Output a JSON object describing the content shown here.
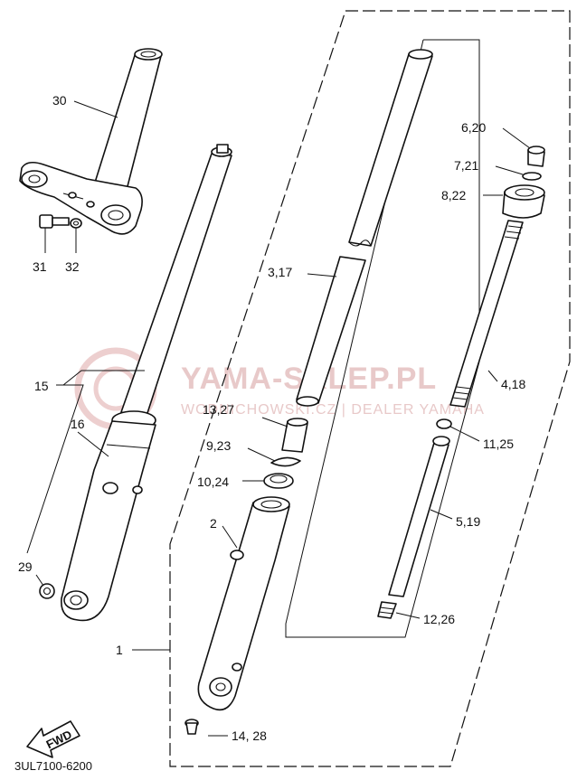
{
  "watermark": {
    "line1": "YAMA-SKLEP.PL",
    "line2": "WODNICHOWSKI.CZ | DEALER YAMAHA"
  },
  "labels": {
    "l30": "30",
    "l31": "31",
    "l32": "32",
    "l15": "15",
    "l16": "16",
    "l29": "29",
    "l1": "1",
    "l2": "2",
    "l3_17": "3,17",
    "l13_27": "13,27",
    "l9_23": "9,23",
    "l10_24": "10,24",
    "l14_28": "14, 28",
    "l6_20": "6,20",
    "l7_21": "7,21",
    "l8_22": "8,22",
    "l4_18": "4,18",
    "l11_25": "11,25",
    "l5_19": "5,19",
    "l12_26": "12,26"
  },
  "fwd_label": "FWD",
  "diagram_code": "3UL7100-6200"
}
